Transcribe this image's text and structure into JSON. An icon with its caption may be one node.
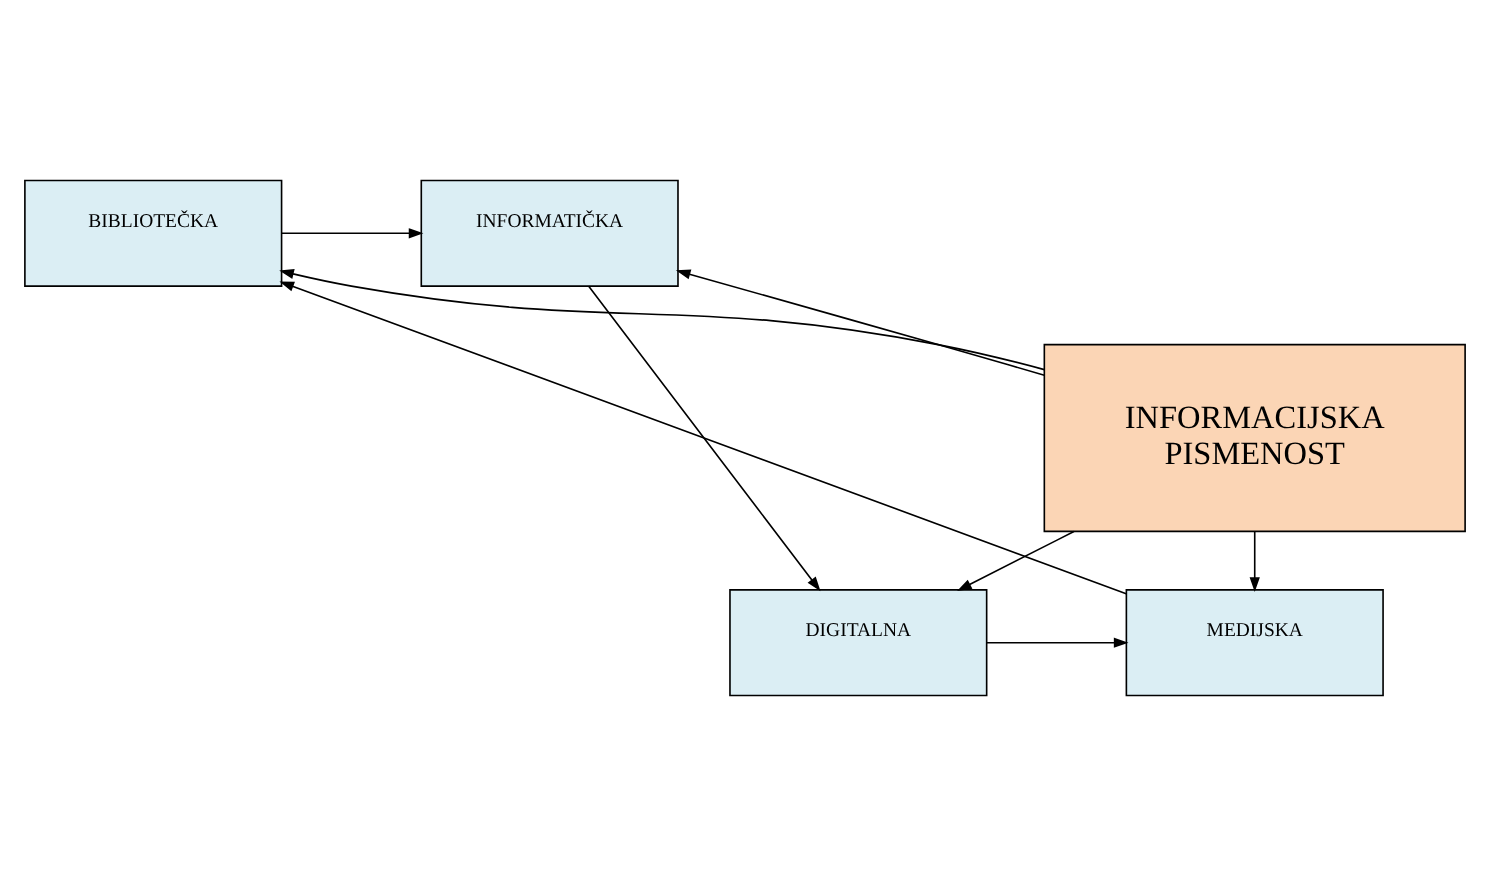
{
  "diagram": {
    "nodes": [
      {
        "text": [
          "BIBLIOTEČKA"
        ]
      },
      {
        "text": [
          "INFORMATIČKA"
        ]
      },
      {
        "text": [
          "INFORMACIJSKA PISMENOST"
        ]
      },
      {
        "text": [
          "MEDIJSKA"
        ]
      },
      {
        "text": [
          "DIGITALNA"
        ]
      }
    ],
    "edges": [
      {
        "from": 0,
        "to": 1,
        "arrow": "to"
      },
      {
        "from": 1,
        "to": 4,
        "arrow": "to"
      },
      {
        "from": 4,
        "to": 3,
        "arrow": "to"
      },
      {
        "from": 3,
        "to": 0,
        "arrow": "to"
      },
      {
        "from": 2,
        "to": 0,
        "arrow": "to"
      },
      {
        "from": 2,
        "to": 1,
        "arrow": "to"
      },
      {
        "from": 2,
        "to": 3,
        "arrow": "to"
      },
      {
        "from": 2,
        "to": 4,
        "arrow": "to"
      }
    ]
  }
}
